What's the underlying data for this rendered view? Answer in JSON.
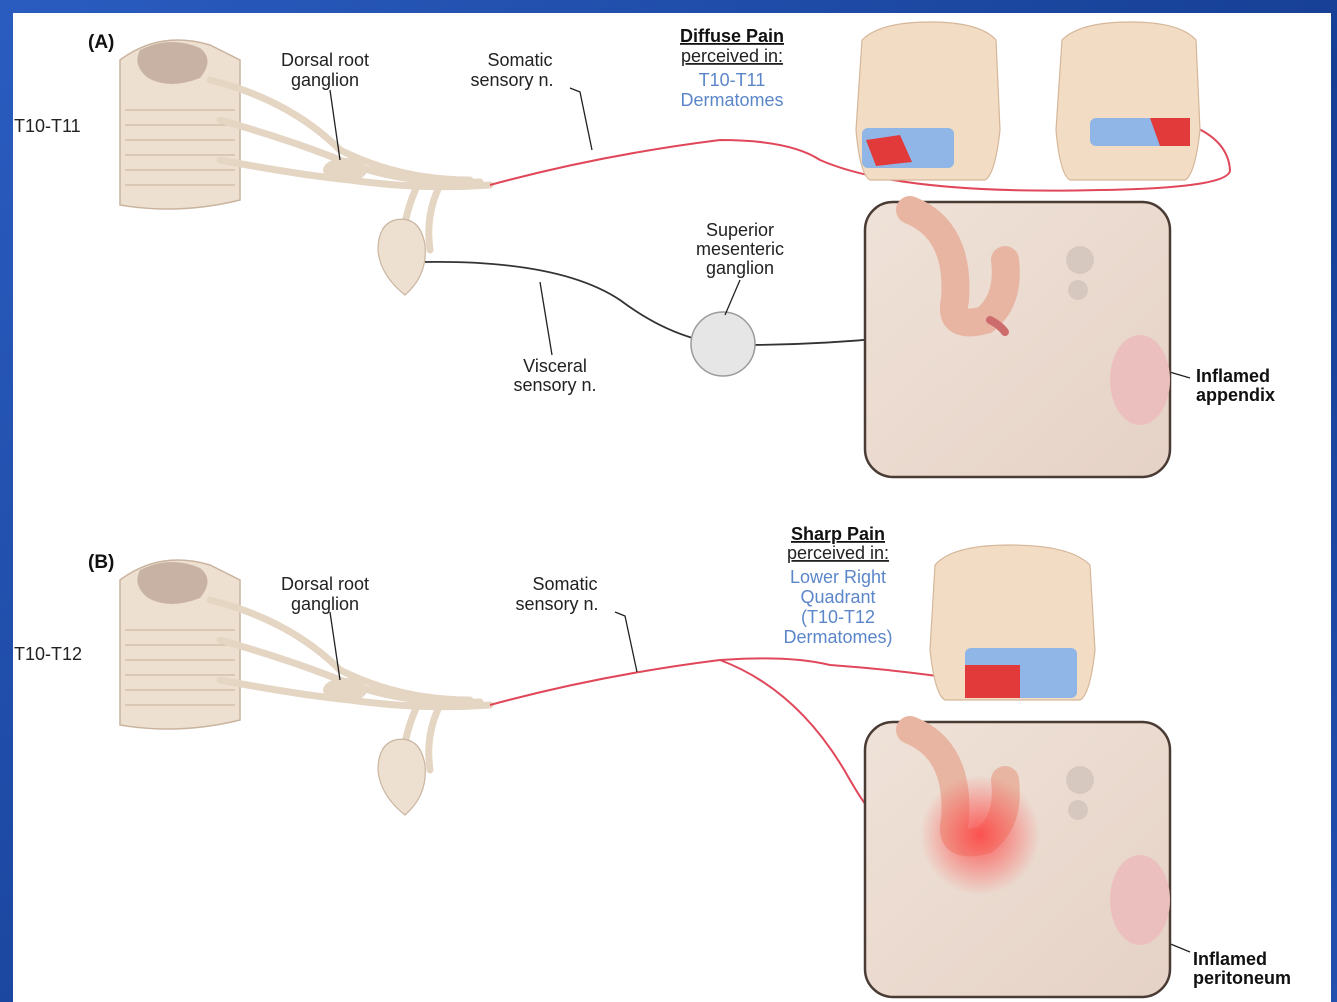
{
  "panel_a": {
    "letter": "(A)",
    "level": "T10-T11",
    "dorsal_root_l1": "Dorsal root",
    "dorsal_root_l2": "ganglion",
    "somatic_l1": "Somatic",
    "somatic_l2": "sensory n.",
    "pain_title": "Diffuse Pain",
    "pain_sub": "perceived in:",
    "region_l1": "T10-T11",
    "region_l2": "Dermatomes",
    "sup_l1": "Superior",
    "sup_l2": "mesenteric",
    "sup_l3": "ganglion",
    "visceral_l1": "Visceral",
    "visceral_l2": "sensory n.",
    "organ_l1": "Inflamed",
    "organ_l2": "appendix"
  },
  "panel_b": {
    "letter": "(B)",
    "level": "T10-T12",
    "dorsal_root_l1": "Dorsal root",
    "dorsal_root_l2": "ganglion",
    "somatic_l1": "Somatic",
    "somatic_l2": "sensory n.",
    "pain_title": "Sharp Pain",
    "pain_sub": "perceived in:",
    "region_l1": "Lower Right",
    "region_l2": "Quadrant",
    "region_l3": "(T10-T12",
    "region_l4": "Dermatomes)",
    "organ_l1": "Inflamed",
    "organ_l2": "peritoneum"
  },
  "colors": {
    "nerve_somatic": "#e0485a",
    "nerve_visceral": "#333333",
    "dermatome_band": "#8fb6e6",
    "pain_area": "#e23a3a",
    "region_text": "#5b86c9",
    "skin": "#f3dcc4"
  }
}
